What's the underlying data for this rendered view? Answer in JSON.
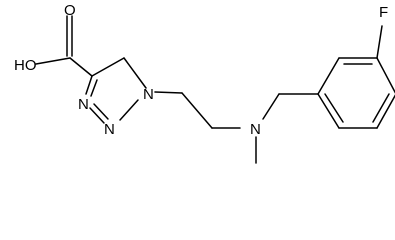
{
  "molecule": {
    "atoms": {
      "hydroxyl": "HO",
      "carbonyl_oxygen": "O",
      "triazole_n1": "N",
      "triazole_n2": "N",
      "triazole_n3": "N",
      "amine_nitrogen": "N",
      "fluorine": "F"
    }
  }
}
